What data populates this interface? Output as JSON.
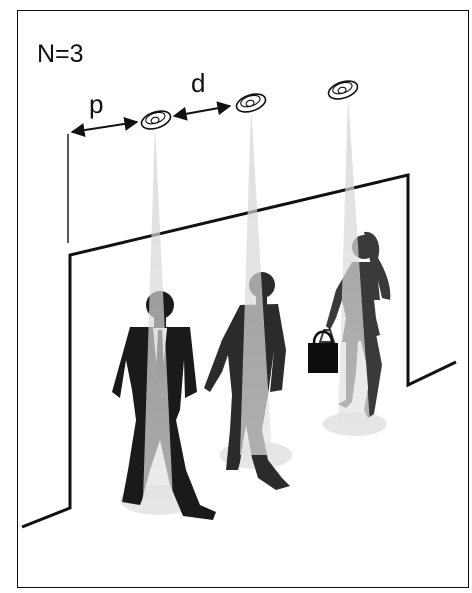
{
  "labels": {
    "sensor_count": "N=3",
    "edge_offset": "p",
    "sensor_spacing": "d"
  },
  "colors": {
    "ink": "#111111",
    "beam": "#d4d4d4",
    "floor_spot": "#e6e6e6",
    "figure_front": "#1a1a1a",
    "figure_middle": "#2b2b2b",
    "figure_back": "#3a3a3a"
  }
}
